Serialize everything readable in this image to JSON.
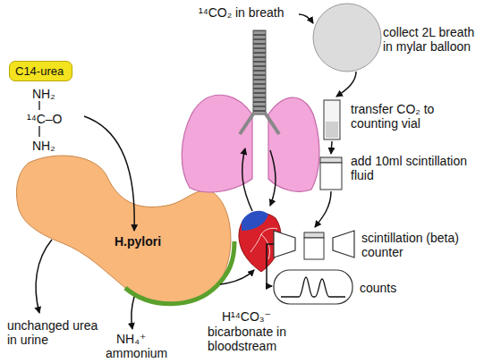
{
  "diagram": {
    "nodes": [
      {
        "text": [
          "C14-urea"
        ]
      }
    ],
    "labels": [
      "NH₂",
      "¹⁴C–O",
      "NH₂",
      "H.pylori",
      "¹⁴CO₂ in breath",
      "collect 2L breath in mylar balloon",
      "transfer CO₂ to counting vial",
      "add 10ml scintillation fluid",
      "scintillation (beta) counter",
      "counts",
      "unchanged urea in urine",
      "NH₄⁺",
      "ammonium",
      "H¹⁴CO₃⁻",
      "bicarbonate in bloodstream"
    ]
  }
}
